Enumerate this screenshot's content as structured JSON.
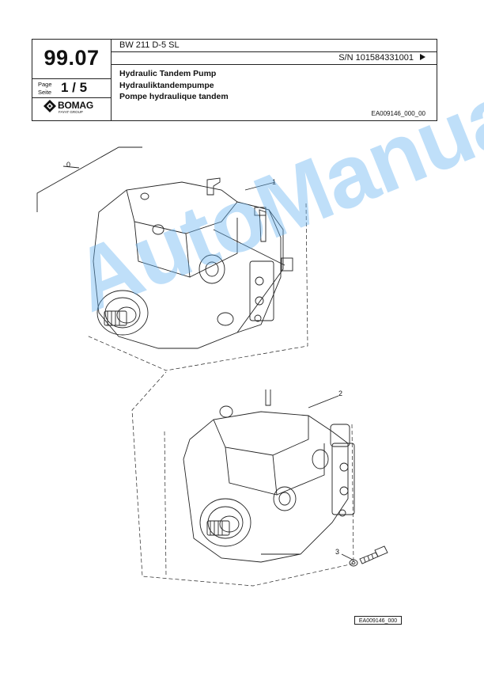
{
  "header": {
    "group_number": "99.07",
    "page_label_en": "Page",
    "page_label_de": "Seite",
    "page_number": "1 / 5",
    "brand": "BOMAG",
    "brand_sub": "FAYAT GROUP",
    "model": "BW 211 D-5 SL",
    "serial": "S/N 101584331001",
    "titles": [
      "Hydraulic Tandem Pump",
      "Hydrauliktandempumpe",
      "Pompe hydraulique tandem"
    ],
    "drawing_ref": "EA009146_000_00"
  },
  "callouts": [
    "0",
    "1",
    "2",
    "3"
  ],
  "watermark": "AutoManual",
  "footer_ref": "EA009146_000",
  "colors": {
    "watermark": "#66b3f0",
    "line": "#222222"
  }
}
